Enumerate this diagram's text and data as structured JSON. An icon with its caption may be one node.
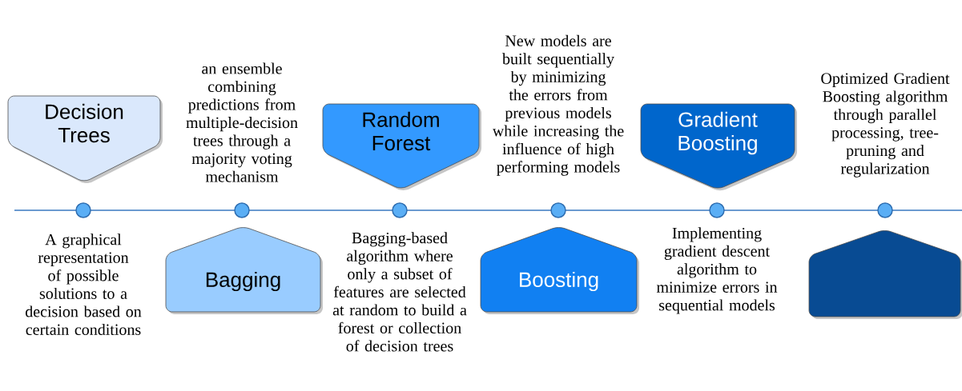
{
  "diagram": {
    "nodes": [
      {
        "text": [
          "Decision Trees"
        ]
      },
      {
        "text": [
          "Bagging"
        ]
      },
      {
        "text": [
          "Random Forest"
        ]
      },
      {
        "text": [
          "Boosting"
        ]
      },
      {
        "text": [
          "Gradient Boosting"
        ]
      },
      {
        "text": [],
        "shape": "pentagon"
      }
    ],
    "labels": [
      "A graphical representation of possible solutions to a decision based on certain conditions",
      "an ensemble combining predictions from multiple-decision trees through a majority voting mechanism",
      "Bagging-based algorithm where only a subset of features are selected at random to build a forest or collection of decision trees",
      "New models are built sequentially by minimizing the errors from previous models while increasing the influence of high performing models",
      "Implementing gradient descent algorithm to minimize errors in sequential models",
      "Optimized Gradient Boosting algorithm through parallel processing, tree-pruning and regularization"
    ]
  }
}
